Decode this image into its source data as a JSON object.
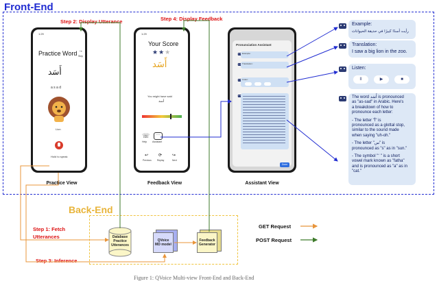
{
  "frontend": {
    "title": "Front-End"
  },
  "backend": {
    "title": "Back-End"
  },
  "steps": {
    "s2": "Step 2:  Display Utterance",
    "s4": "Step 4: Display Feedback",
    "s1a": "Step 1: Fetch",
    "s1b": "Utterances",
    "s3": "Step 3: Inference"
  },
  "practice": {
    "time": "1:29",
    "title": "Practice Word",
    "skip": "Skip",
    "arabic": "أَسَد",
    "translit": "a s a d",
    "animal": "Lion",
    "hold": "Hold to speak",
    "caption": "Practice View"
  },
  "feedback": {
    "time": "1:29",
    "title": "Your Score",
    "arabic": "أَسَد",
    "heard": "You might have said",
    "heard_word": "أسد",
    "help": "Help",
    "assistant": "Assistant",
    "nav": [
      "Previous",
      "Replay",
      "Next"
    ],
    "caption": "Feedback View"
  },
  "assistant": {
    "title": "Pronunciation Assistant",
    "done": "Done",
    "caption": "Assistant View",
    "mini": [
      "Example:",
      "Translation:",
      "Listen:"
    ]
  },
  "callouts": {
    "example_label": "Example:",
    "example_text": "رأيت أسدًا كبيرًا في حديقة الحيوانات",
    "translation_label": "Translation:",
    "translation_text": "I saw a big lion in the zoo.",
    "listen_label": "Listen:",
    "explanation": [
      "The word أَسَد is pronounced",
      "as \"as-sad\" in Arabic. Here's",
      "a breakdown of how to",
      "pronounce each letter:",
      "",
      "- The letter \"أ\" is",
      "pronounced as a glottal stop,",
      "similar to the sound made",
      "when saying \"uh-oh.\"",
      "",
      "- The letter \"س\" is",
      "pronounced as \"s\" as in \"sun.\"",
      "",
      "- The symbol \" َ \" is a short",
      "vowel mark known as \"fatha\"",
      "and is pronounced as \"a\" as in",
      "\"cat.\""
    ]
  },
  "backend_boxes": {
    "db": [
      "Database",
      "Practice",
      "Utterances"
    ],
    "qvoice": [
      "QVoice",
      "MD model"
    ],
    "feedback": [
      "Feedback",
      "Generator"
    ]
  },
  "legend": {
    "get": "GET Request",
    "post": "POST Request"
  },
  "colors": {
    "frame": "#1f2bd1",
    "backend": "#f0c33c",
    "get": "#e8943a",
    "post": "#3d7a2a",
    "step": "#dd1111"
  },
  "caption_partial": "Figure 1: QVoice Multi-view Front-End and Back-End"
}
